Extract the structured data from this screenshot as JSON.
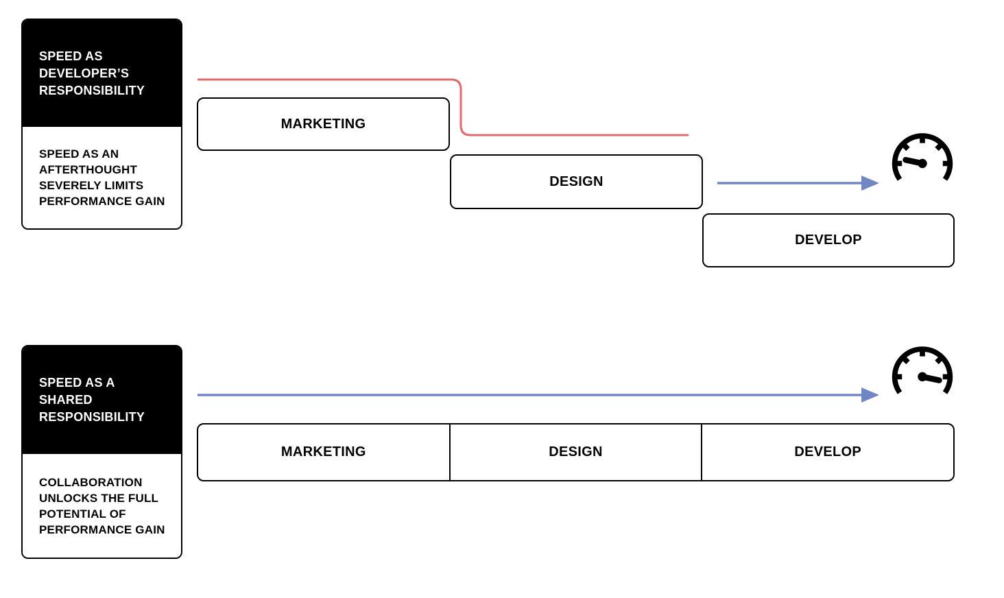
{
  "colors": {
    "ink": "#000000",
    "red_line": "#e0696e",
    "blue_arrow": "#7187c5",
    "card_header_bg": "#000000",
    "card_header_text": "#ffffff",
    "bg": "#ffffff"
  },
  "top_flow": {
    "card": {
      "title": "SPEED AS\nDEVELOPER’S\nRESPONSIBILITY",
      "subtitle": "SPEED AS AN\nAFTERTHOUGHT\nSEVERELY LIMITS\nPERFORMANCE GAIN"
    },
    "phases": [
      {
        "label": "MARKETING"
      },
      {
        "label": "DESIGN"
      },
      {
        "label": "DEVELOP"
      }
    ],
    "speedometer": "needle-low-left"
  },
  "bottom_flow": {
    "card": {
      "title": "SPEED AS A\nSHARED\nRESPONSIBILITY",
      "subtitle": "COLLABORATION\nUNLOCKS THE FULL\nPOTENTIAL OF\nPERFORMANCE GAIN"
    },
    "phases": [
      {
        "label": "MARKETING"
      },
      {
        "label": "DESIGN"
      },
      {
        "label": "DEVELOP"
      }
    ],
    "speedometer": "needle-high-right"
  }
}
